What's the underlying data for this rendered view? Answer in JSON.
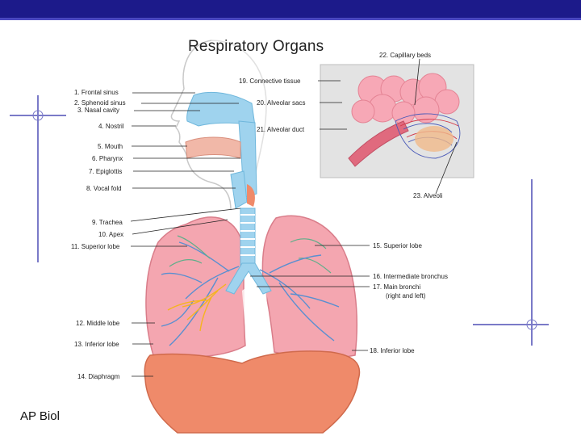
{
  "slide": {
    "title": "Respiratory Organs",
    "footer": "AP Biol",
    "colors": {
      "topbar": "#1c1a8a",
      "airway": "#9fd3ee",
      "lung": "#f4a6b0",
      "diaphragm": "#ef8a6a",
      "inset_bg": "#d9d9d9"
    }
  },
  "labels": {
    "l1": "1. Frontal sinus",
    "l2": "2. Sphenoid sinus",
    "l3": "3. Nasal cavity",
    "l4": "4. Nostril",
    "l5": "5. Mouth",
    "l6": "6. Pharynx",
    "l7": "7. Epiglottis",
    "l8": "8. Vocal fold",
    "l9": "9. Trachea",
    "l10": "10. Apex",
    "l11": "11. Superior lobe",
    "l12": "12. Middle lobe",
    "l13": "13. Inferior lobe",
    "l14": "14. Diaphragm",
    "l15": "15. Superior lobe",
    "l16": "16. Intermediate bronchus",
    "l17": "17. Main bronchi",
    "l17b": "(right and left)",
    "l18": "18. Inferior lobe",
    "l19": "19. Connective tissue",
    "l20": "20. Alveolar sacs",
    "l21": "21. Alveolar duct",
    "l22": "22. Capillary beds",
    "l23": "23. Alveoli"
  }
}
